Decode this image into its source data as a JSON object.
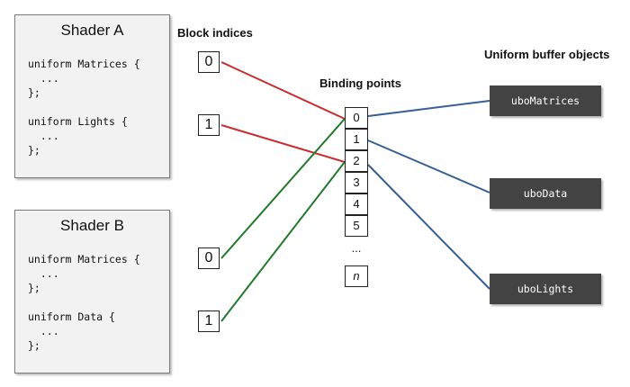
{
  "shaders": [
    {
      "title": "Shader A",
      "block1": "uniform Matrices {\n  ...\n};",
      "block2": "uniform Lights {\n  ...\n};"
    },
    {
      "title": "Shader B",
      "block1": "uniform Matrices {\n  ...\n};",
      "block2": "uniform Data {\n  ...\n};"
    }
  ],
  "headings": {
    "block_indices": "Block indices",
    "binding_points": "Binding points",
    "ubos": "Uniform buffer objects"
  },
  "block_indices": {
    "shader_a": [
      "0",
      "1"
    ],
    "shader_b": [
      "0",
      "1"
    ]
  },
  "binding_points": [
    "0",
    "1",
    "2",
    "3",
    "4",
    "5"
  ],
  "binding_ellipsis": "...",
  "binding_last": "n",
  "ubos": [
    "uboMatrices",
    "uboData",
    "uboLights"
  ],
  "colors": {
    "shader_a_links": "#c62d2d",
    "shader_b_links": "#1f7a2a",
    "ubo_links": "#355f96",
    "ubo_box": "#434343"
  }
}
